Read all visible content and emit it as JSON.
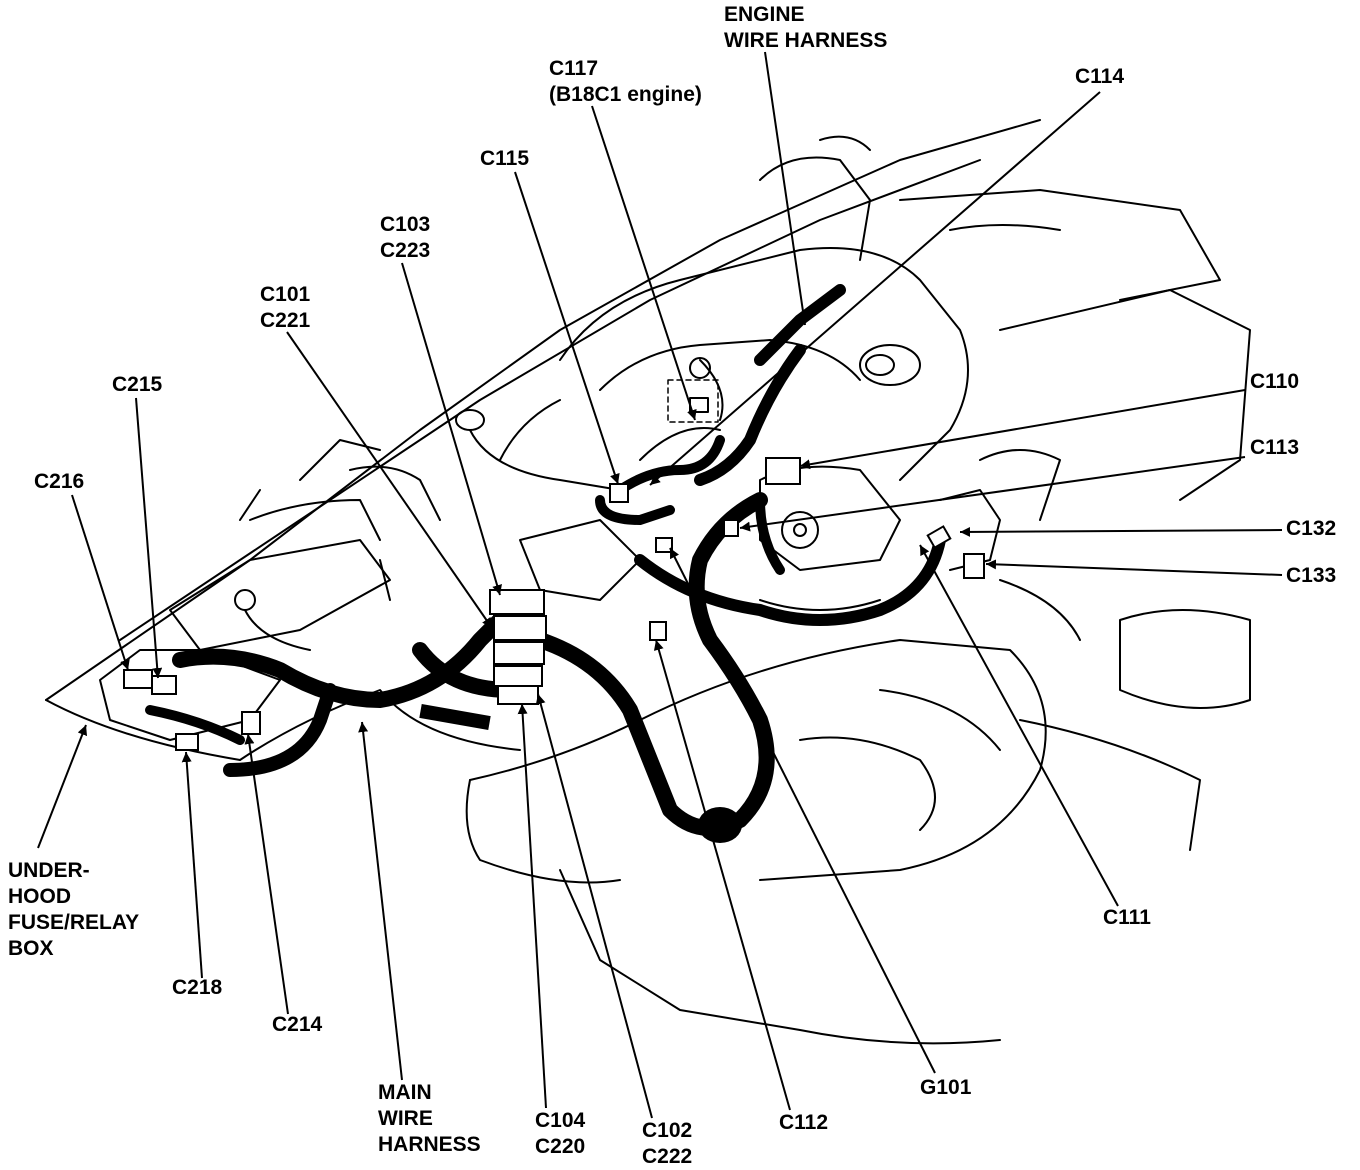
{
  "labels": {
    "engine_harness": [
      "ENGINE",
      "WIRE HARNESS"
    ],
    "c117": [
      "C117",
      "(B18C1 engine)"
    ],
    "c114": "C114",
    "c115": "C115",
    "c103_c223": [
      "C103",
      "C223"
    ],
    "c101_c221": [
      "C101",
      "C221"
    ],
    "c215": "C215",
    "c216": "C216",
    "c110": "C110",
    "c113": "C113",
    "c132": "C132",
    "c133": "C133",
    "c111": "C111",
    "underhood_box": [
      "UNDER-",
      "HOOD",
      "FUSE/RELAY",
      "BOX"
    ],
    "c218": "C218",
    "c214": "C214",
    "main_harness": [
      "MAIN",
      "WIRE",
      "HARNESS"
    ],
    "c104_c220": [
      "C104",
      "C220"
    ],
    "c102_c222": [
      "C102",
      "C222"
    ],
    "c112": "C112",
    "g101": "G101"
  },
  "colors": {
    "ink": "#000000",
    "paper": "#ffffff"
  }
}
